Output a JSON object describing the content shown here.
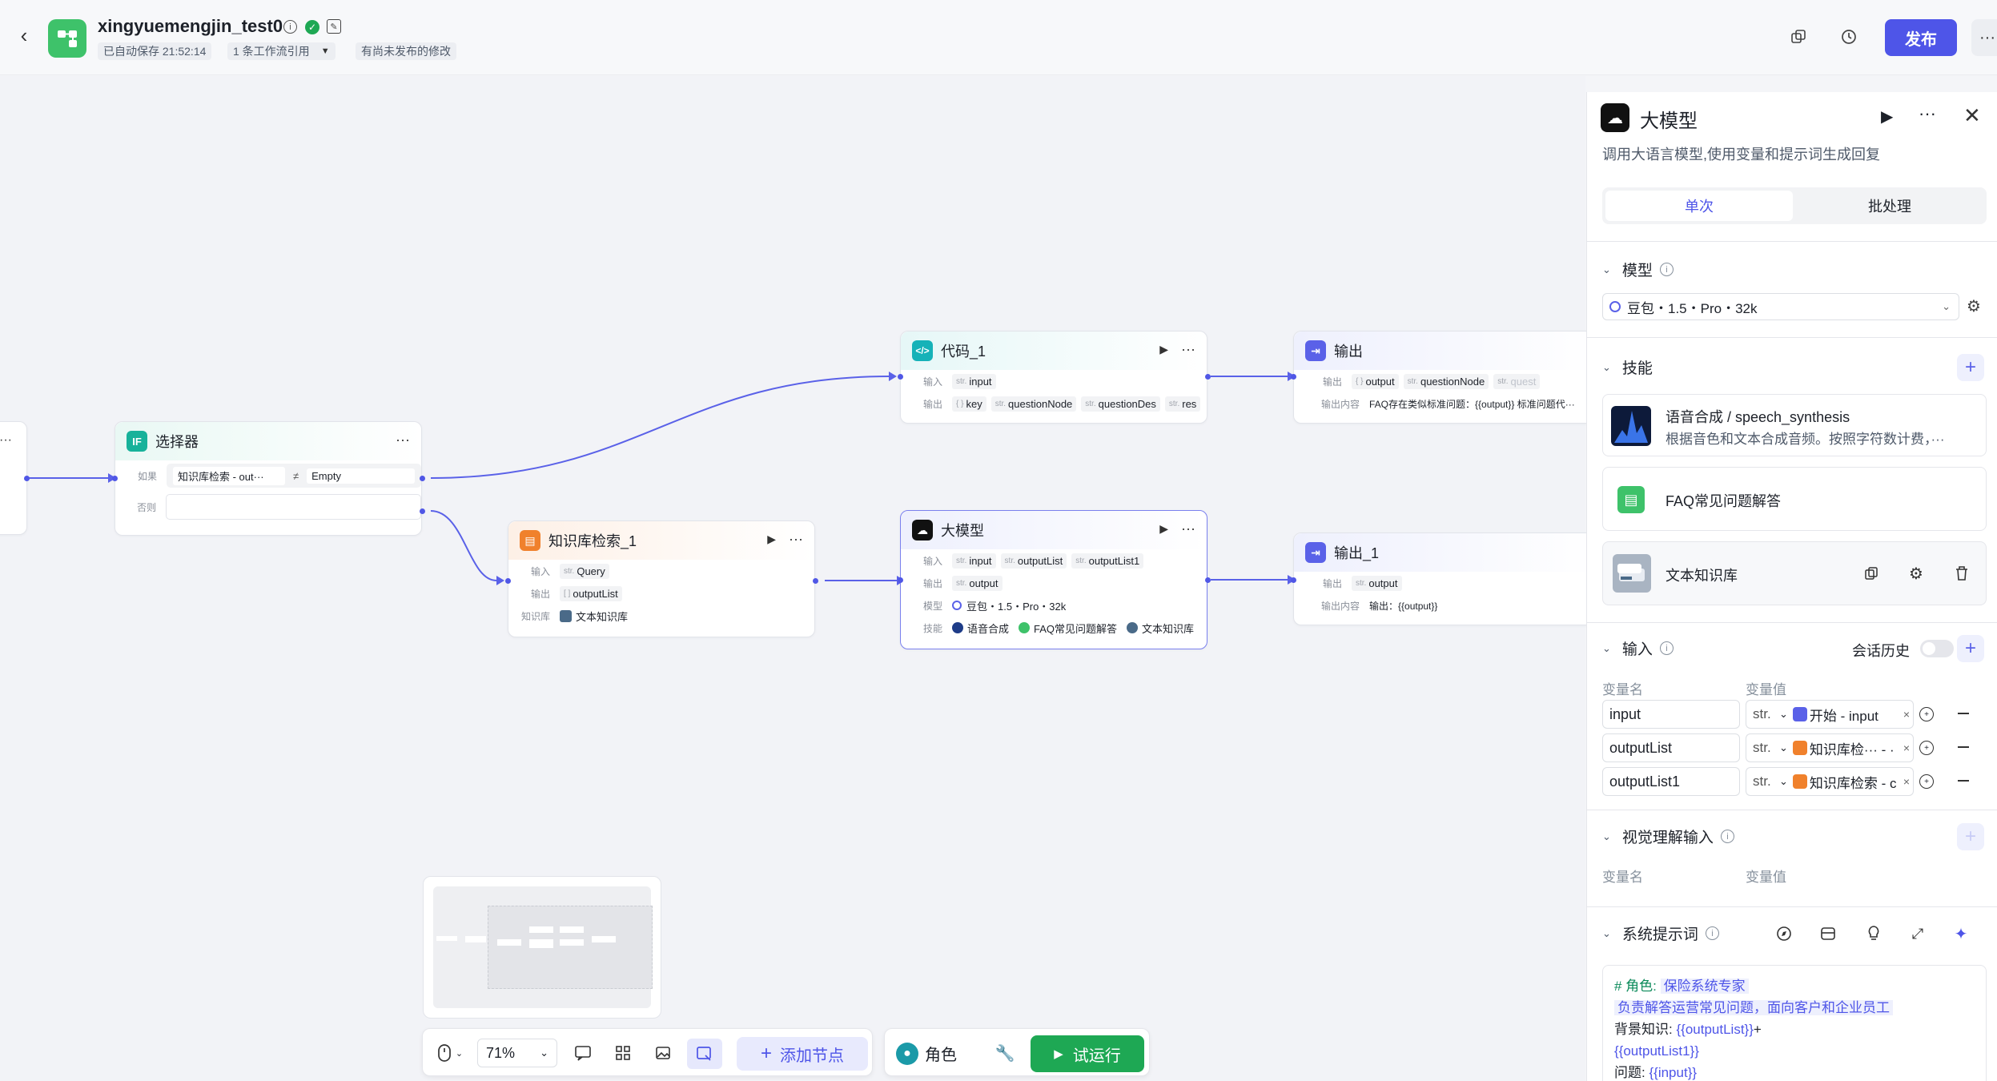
{
  "header": {
    "workflow_name": "xingyuemengjin_test0",
    "autosave": "已自动保存 21:52:14",
    "ref_count": "1 条工作流引用",
    "unpublished": "有尚未发布的修改",
    "publish_label": "发布"
  },
  "nodes": {
    "selector": {
      "title": "选择器",
      "if_label": "如果",
      "cond_left": "知识库检索 - out···",
      "cond_op": "≠",
      "cond_right": "Empty",
      "else_label": "否则"
    },
    "kb": {
      "title": "知识库检索_1",
      "in_label": "输入",
      "out_label": "输出",
      "kb_label": "知识库",
      "in_type": "str.",
      "in_var": "Query",
      "out_type": "[ ]",
      "out_var": "outputList",
      "kb_value": "文本知识库"
    },
    "code": {
      "title": "代码_1",
      "in_label": "输入",
      "out_label": "输出",
      "in_type": "str.",
      "in_var": "input",
      "outputs": [
        {
          "t": "{ }",
          "v": "key"
        },
        {
          "t": "str.",
          "v": "questionNode"
        },
        {
          "t": "str.",
          "v": "questionDes"
        },
        {
          "t": "str.",
          "v": "res"
        }
      ]
    },
    "llm": {
      "title": "大模型",
      "in_label": "输入",
      "out_label": "输出",
      "model_label": "模型",
      "skill_label": "技能",
      "inputs": [
        {
          "t": "str.",
          "v": "input"
        },
        {
          "t": "str.",
          "v": "outputList"
        },
        {
          "t": "str.",
          "v": "outputList1"
        }
      ],
      "out_type": "str.",
      "out_var": "output",
      "model": "豆包・1.5・Pro・32k",
      "skills": [
        "语音合成",
        "FAQ常见问题解答",
        "文本知识库"
      ]
    },
    "output": {
      "title": "输出",
      "out_label": "输出",
      "content_label": "输出内容",
      "outputs": [
        {
          "t": "{ }",
          "v": "output"
        },
        {
          "t": "str.",
          "v": "questionNode"
        },
        {
          "t": "str.",
          "v": "quest"
        }
      ],
      "content": "FAQ存在类似标准问题：{{output}} 标准问题代···"
    },
    "output1": {
      "title": "输出_1",
      "out_label": "输出",
      "content_label": "输出内容",
      "out_type": "str.",
      "out_var": "output",
      "content": "输出：{{output}}"
    }
  },
  "panel": {
    "title": "大模型",
    "description": "调用大语言模型,使用变量和提示词生成回复",
    "tabs": [
      "单次",
      "批处理"
    ],
    "model_section": "模型",
    "model_value": "豆包・1.5・Pro・32k",
    "skill_section": "技能",
    "skills": [
      {
        "name": "语音合成 / speech_synthesis",
        "desc": "根据音色和文本合成音频。按照字符数计费，···"
      },
      {
        "name": "FAQ常见问题解答"
      },
      {
        "name": "文本知识库"
      }
    ],
    "input_section": "输入",
    "history_label": "会话历史",
    "var_name_header": "变量名",
    "var_value_header": "变量值",
    "inputs": [
      {
        "name": "input",
        "type": "str.",
        "ref": "开始 - input"
      },
      {
        "name": "outputList",
        "type": "str.",
        "ref": "知识库检··· - ·"
      },
      {
        "name": "outputList1",
        "type": "str.",
        "ref": "知识库检索 - c"
      }
    ],
    "vision_section": "视觉理解输入",
    "vision_name_header": "变量名",
    "vision_value_header": "变量值",
    "prompt_section": "系统提示词",
    "prompt": {
      "l1_prefix": "# 角色:",
      "l1_hl": "保险系统专家",
      "l2": "负责解答运营常见问题，面向客户和企业员工",
      "l3_prefix": "背景知识:",
      "l3_var": "{{outputList}}",
      "l3_plus": "+",
      "l4_var": "{{outputList1}}",
      "l5_prefix": "问题:",
      "l5_var": "{{input}}"
    }
  },
  "toolbar": {
    "zoom": "71%",
    "add_node": "添加节点",
    "role": "角色",
    "test_run": "试运行"
  }
}
